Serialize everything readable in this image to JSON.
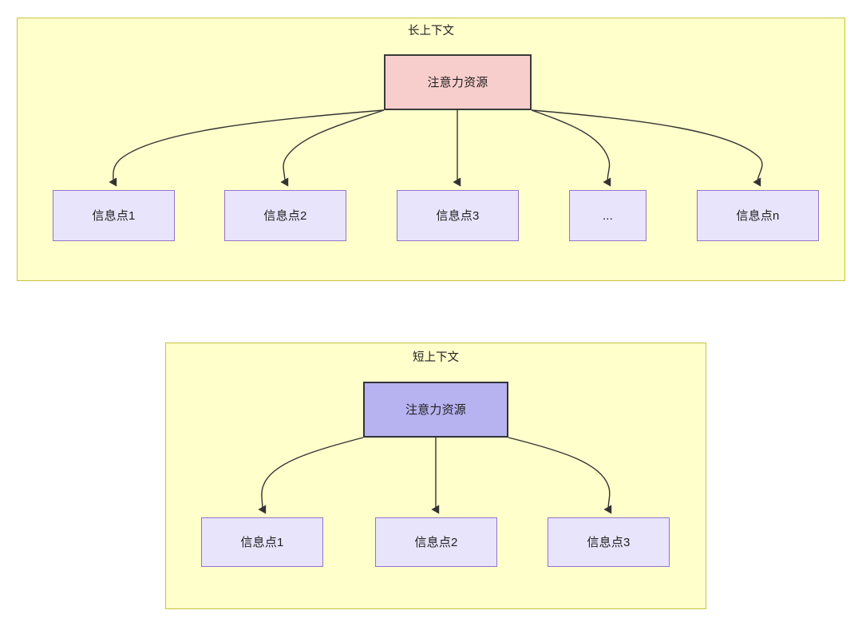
{
  "theme": {
    "container_fill": "#ffffcc",
    "container_border": "#c5c53d",
    "info_fill": "#e8e4fb",
    "info_border": "#9673c8",
    "attention_long_fill": "#f8cecc",
    "attention_long_border": "#3a3a3a",
    "attention_short_fill": "#b7b2f0",
    "attention_short_border": "#32323c",
    "edge_color": "#333333",
    "text_color": "#1f1f1f",
    "page_bg": "#ffffff"
  },
  "diagram": {
    "type": "node-link-diagram",
    "panels": [
      {
        "id": "long-context",
        "title": "长上下文",
        "root": {
          "label": "注意力资源",
          "style": "attention-pink"
        },
        "children": [
          {
            "label": "信息点1"
          },
          {
            "label": "信息点2"
          },
          {
            "label": "信息点3"
          },
          {
            "label": "..."
          },
          {
            "label": "信息点n"
          }
        ]
      },
      {
        "id": "short-context",
        "title": "短上下文",
        "root": {
          "label": "注意力资源",
          "style": "attention-blue"
        },
        "children": [
          {
            "label": "信息点1"
          },
          {
            "label": "信息点2"
          },
          {
            "label": "信息点3"
          }
        ]
      }
    ]
  }
}
